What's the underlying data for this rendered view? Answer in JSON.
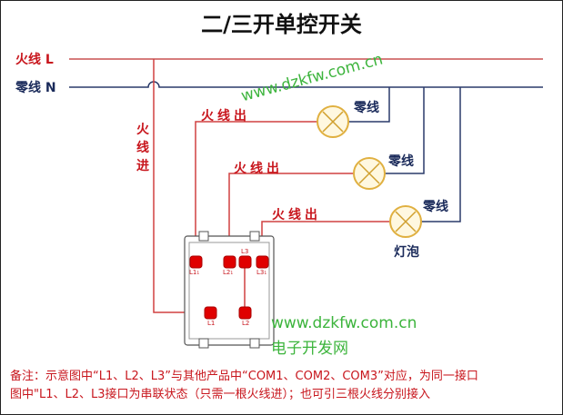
{
  "title": "二/三开单控开关",
  "lines": {
    "live": "火线 L",
    "neutral": "零线 N",
    "live_in": "火线进"
  },
  "outputs": [
    "火线出",
    "火线出",
    "火线出"
  ],
  "neutral_labels": [
    "零线",
    "零线",
    "零线"
  ],
  "bulb_label": "灯泡",
  "terminals": {
    "top": [
      "L1₁",
      "L2₁",
      "L3",
      "L3₁"
    ],
    "bottom": [
      "L1",
      "L2"
    ]
  },
  "watermark": {
    "url": "www.dzkfw.com.cn",
    "name": "电子开发网"
  },
  "note": {
    "line1": "备注：示意图中“L1、L2、L3”与其他产品中“COM1、COM2、COM3”对应，为同一接口",
    "line2": "图中\"L1、L2、L3接口为串联状态（只需一根火线进）；也可引三根火线分别接入"
  },
  "colors": {
    "live": "#c8161d",
    "neutral": "#1a2a5a",
    "wire": "#d04040",
    "terminal": "#e00000",
    "watermark": "#3cb43c"
  }
}
